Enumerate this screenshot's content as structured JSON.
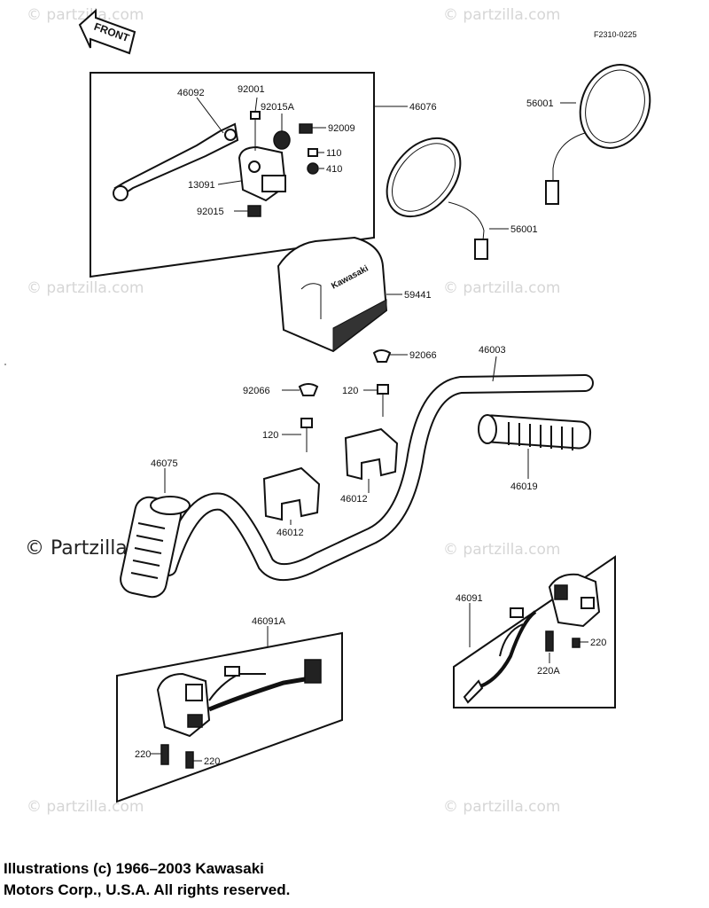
{
  "diagram_code": "F2310-0225",
  "front_label": "FRONT",
  "brand_text": "Kawasaki",
  "watermark": "© partzilla.com",
  "watermark_big": "© Partzilla.com",
  "copyright": {
    "line1": "Illustrations (c) 1966–2003 Kawasaki",
    "line2": "Motors Corp., U.S.A.  All rights reserved."
  },
  "callouts": {
    "c46092": "46092",
    "c92001": "92001",
    "c92015A": "92015A",
    "c92009": "92009",
    "c46076": "46076",
    "c110": "110",
    "c410": "410",
    "c13091": "13091",
    "c92015": "92015",
    "c56001_right": "56001",
    "c56001_left": "56001",
    "c59441": "59441",
    "c92066_right": "92066",
    "c46003": "46003",
    "c92066_left": "92066",
    "c120_top": "120",
    "c120_left": "120",
    "c46075": "46075",
    "c46012_right": "46012",
    "c46012_left": "46012",
    "c46019": "46019",
    "c46091": "46091",
    "c220_right": "220",
    "c220A": "220A",
    "c46091A": "46091A",
    "c220_a": "220",
    "c220_b": "220"
  }
}
